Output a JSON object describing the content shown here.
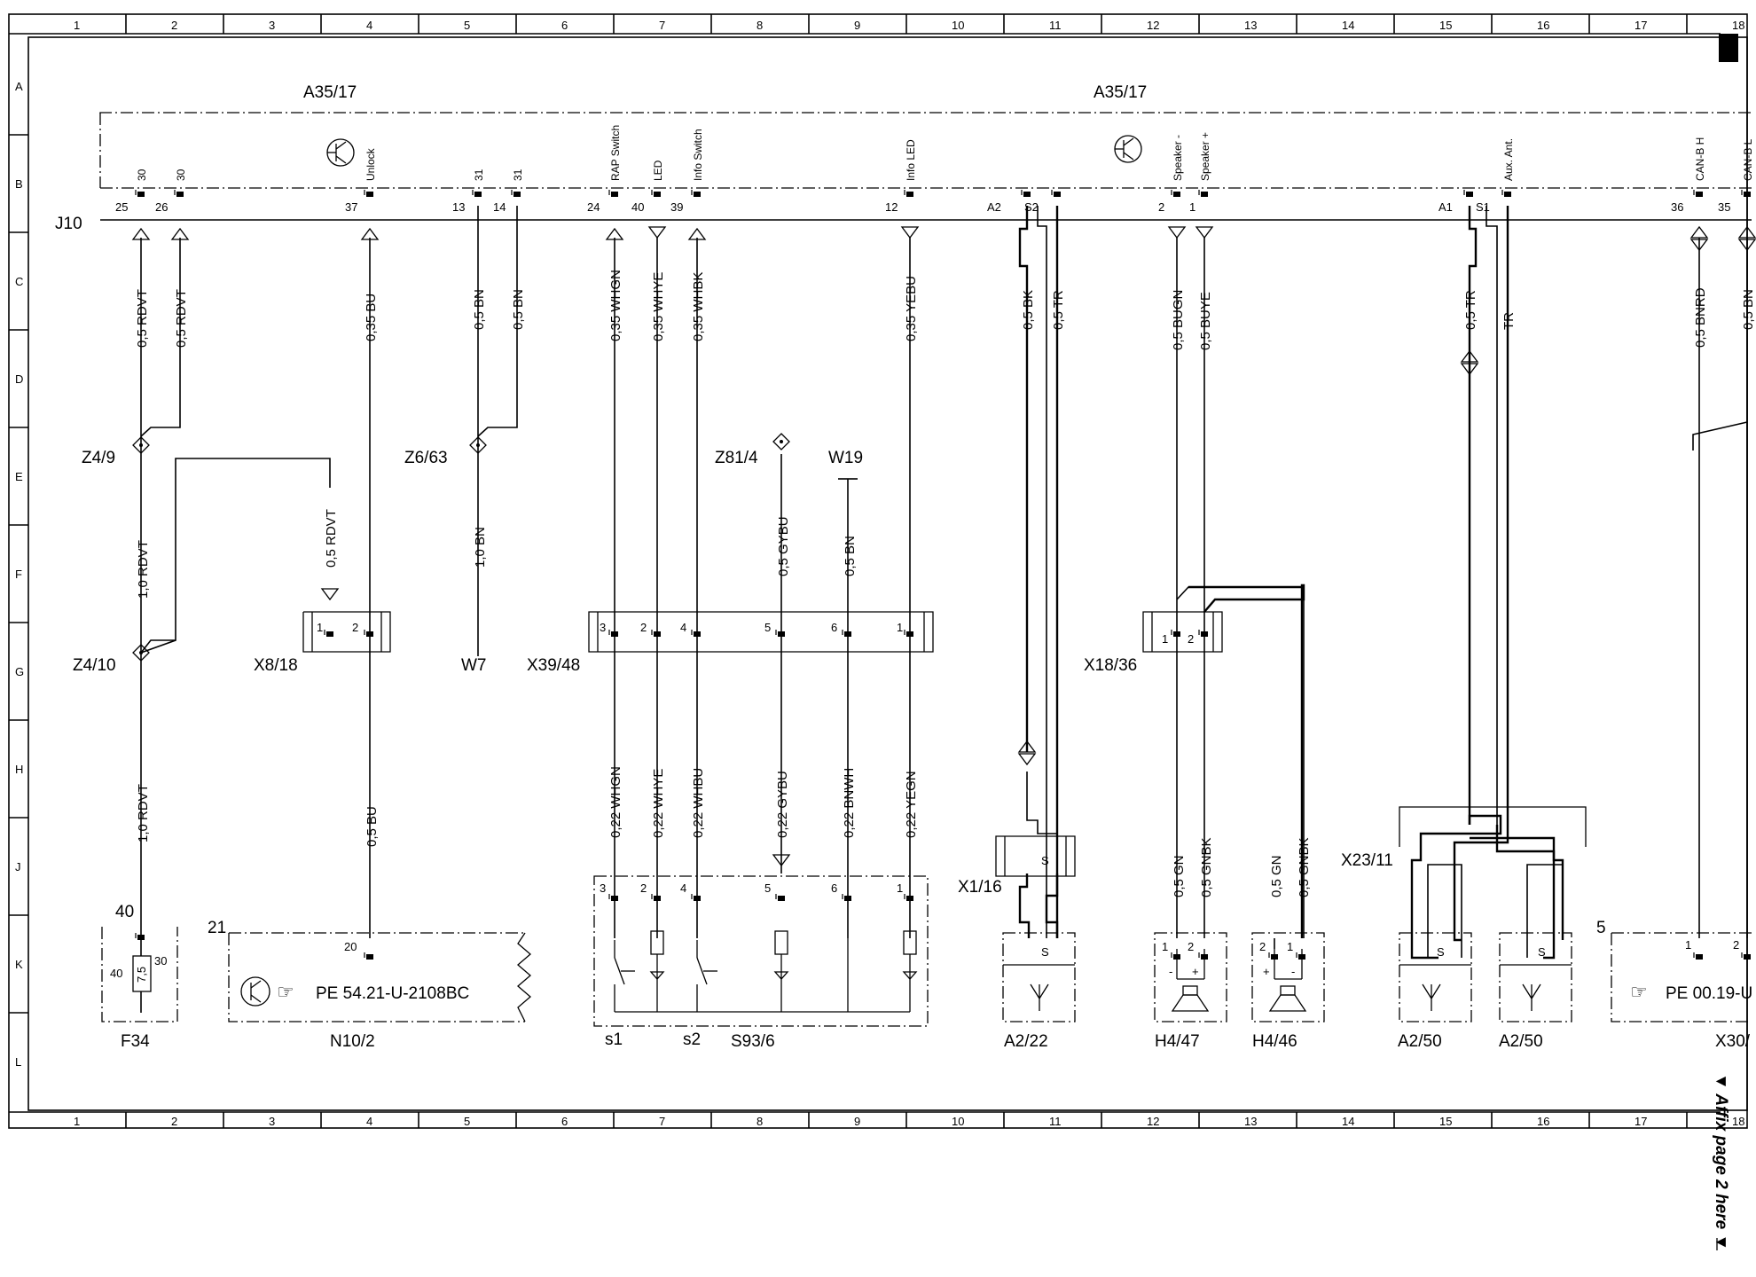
{
  "grid": {
    "columns": [
      "1",
      "2",
      "3",
      "4",
      "5",
      "6",
      "7",
      "8",
      "9",
      "10",
      "11",
      "12",
      "13",
      "14",
      "15",
      "16",
      "17",
      "18"
    ],
    "rows": [
      "A",
      "B",
      "C",
      "D",
      "E",
      "F",
      "G",
      "H",
      "J",
      "K",
      "L"
    ]
  },
  "module": {
    "title_left": "A35/17",
    "title_right": "A35/17",
    "connector": "J10"
  },
  "module_pins": [
    {
      "num": "25",
      "signal": "30",
      "wire": "0,5 RDVT"
    },
    {
      "num": "26",
      "signal": "30",
      "wire": "0,5 RDVT"
    },
    {
      "num": "37",
      "signal": "Unlock",
      "wire": "0,35 BU"
    },
    {
      "num": "13",
      "signal": "31",
      "wire": "0,5 BN"
    },
    {
      "num": "14",
      "signal": "31",
      "wire": "0,5 BN"
    },
    {
      "num": "24",
      "signal": "RAP Switch",
      "wire": "0,35 WHGN"
    },
    {
      "num": "40",
      "signal": "LED",
      "wire": "0,35 WHYE"
    },
    {
      "num": "39",
      "signal": "Info Switch",
      "wire": "0,35 WHBK"
    },
    {
      "num": "12",
      "signal": "Info LED",
      "wire": "0,35 YEBU"
    },
    {
      "num": "A2",
      "signal": "",
      "wire": "0,5 BK"
    },
    {
      "num": "S2",
      "signal": "",
      "wire": "0,5 TR"
    },
    {
      "num": "2",
      "signal": "Speaker -",
      "wire": "0,5 BUGN"
    },
    {
      "num": "1",
      "signal": "Speaker +",
      "wire": "0,5 BUYE"
    },
    {
      "num": "A1",
      "signal": "",
      "wire": "0,5 TR"
    },
    {
      "num": "S1",
      "signal": "Aux. Ant.",
      "wire": "TR"
    },
    {
      "num": "36",
      "signal": "CAN-B H",
      "wire": "0,5 BNRD"
    },
    {
      "num": "35",
      "signal": "CAN-B L",
      "wire": "0,5 BN"
    }
  ],
  "splices": {
    "z49": "Z4/9",
    "z410": "Z4/10",
    "z663": "Z6/63",
    "z814": "Z81/4",
    "w19": "W19",
    "w7": "W7"
  },
  "lower_wires": {
    "rdvt_mid": "1,0 RDVT",
    "rdvt_low": "1,0 RDVT",
    "x818_in": "0,5 RDVT",
    "bn_mid": "1,0 BN",
    "bu_low": "0,5 BU",
    "gybu_up": "0,5 GYBU",
    "bn_up": "0,5 BN",
    "s93": [
      "0,22 WHGN",
      "0,22 WHYE",
      "0,22 WHBU",
      "0,22 GYBU",
      "0,22 BNWH",
      "0,22 YEGN"
    ],
    "h447": [
      "0,5 GN",
      "0,5 GNBK"
    ],
    "h446": [
      "0,5 GN",
      "0,5 GNBK"
    ]
  },
  "connectors": {
    "x818": {
      "label": "X8/18",
      "pins": [
        "1",
        "2"
      ]
    },
    "x3948": {
      "label": "X39/48",
      "pins": [
        "3",
        "2",
        "4",
        "5",
        "6",
        "1"
      ]
    },
    "x1836": {
      "label": "X18/36",
      "pins": [
        "1",
        "2"
      ]
    },
    "x116": {
      "label": "X1/16",
      "pin": "S"
    },
    "x2311": {
      "label": "X23/11"
    }
  },
  "components": {
    "f34": {
      "label": "F34",
      "pins": [
        "40",
        "40",
        "30"
      ],
      "rating": "7,5"
    },
    "n102": {
      "label": "N10/2",
      "num": "21",
      "pin": "20",
      "ref": "PE 54.21-U-2108BC"
    },
    "s936": {
      "label": "S93/6",
      "pins": [
        "3",
        "2",
        "4",
        "5",
        "6",
        "1"
      ],
      "s1": "s1",
      "s2": "s2"
    },
    "a222": {
      "label": "A2/22",
      "pin": "S"
    },
    "h447": {
      "label": "H4/47",
      "pins": [
        "1",
        "2"
      ],
      "signs": [
        "-",
        "+"
      ]
    },
    "h446": {
      "label": "H4/46",
      "pins": [
        "2",
        "1"
      ],
      "signs": [
        "+",
        "-"
      ]
    },
    "a250a": {
      "label": "A2/50",
      "pin": "S"
    },
    "a250b": {
      "label": "A2/50",
      "pin": "S"
    },
    "x30": {
      "label": "X30/",
      "num": "5",
      "pins": [
        "1",
        "2"
      ],
      "ref": "PE 00.19-U"
    }
  },
  "side_note": "▼ Affix page 2 here ▼"
}
